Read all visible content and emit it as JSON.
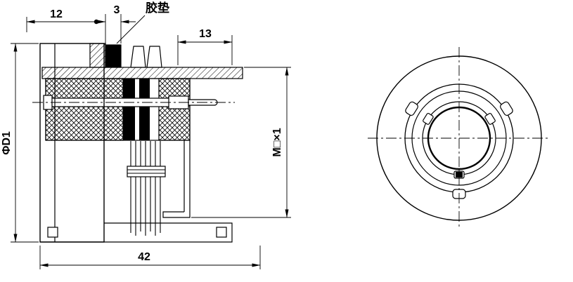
{
  "drawing": {
    "labels": {
      "gasket": "胶垫",
      "dim_top_left": "12",
      "dim_gasket_width": "3",
      "dim_top_right": "13",
      "dim_overall": "42",
      "dim_flange_diameter": "ΦD1",
      "dim_mounting_thread": "M□×1"
    },
    "colors": {
      "line": "#000000",
      "background": "#ffffff"
    }
  }
}
